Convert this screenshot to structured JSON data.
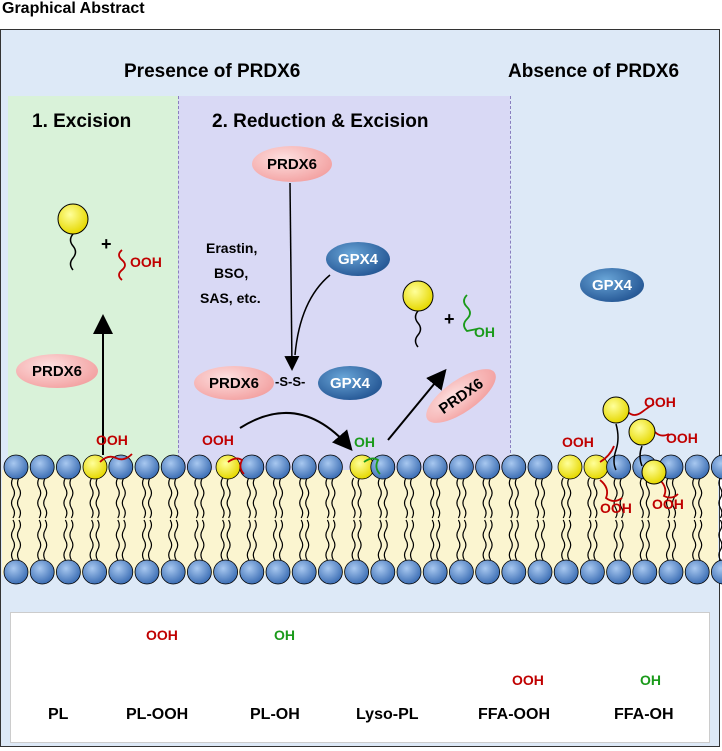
{
  "title": "Graphical Abstract",
  "headers": {
    "presence": "Presence of PRDX6",
    "absence": "Absence of PRDX6"
  },
  "sections": {
    "excision": "1. Excision",
    "reduction": "2. Reduction & Excision"
  },
  "labels": {
    "prdx6": "PRDX6",
    "gpx4": "GPX4",
    "inhibitors": [
      "Erastin,",
      "BSO,",
      "SAS, etc."
    ],
    "disulfide": "-S-S-",
    "plus": "+",
    "ooh": "OOH",
    "oh": "OH"
  },
  "legend": [
    "PL",
    "PL-OOH",
    "PL-OH",
    "Lyso-PL",
    "FFA-OOH",
    "FFA-OH"
  ],
  "colors": {
    "head_blue": "#5b8fd0",
    "head_yellow": "#f5f000",
    "ooh_red": "#c00000",
    "oh_green": "#1a9a1a",
    "prdx6_pink": "#f4a7a7",
    "gpx4_blue": "#2a5d9a"
  }
}
